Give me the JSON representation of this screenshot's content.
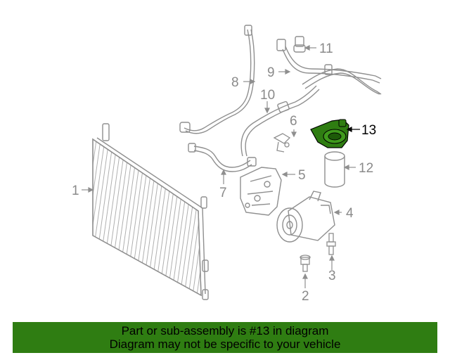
{
  "callouts": {
    "c1": "1",
    "c2": "2",
    "c3": "3",
    "c4": "4",
    "c5": "5",
    "c6": "6",
    "c7": "7",
    "c8": "8",
    "c9": "9",
    "c10": "10",
    "c11": "11",
    "c12": "12",
    "c13": "13"
  },
  "highlight": {
    "part_number": "13",
    "color": "#2f7d12"
  },
  "banner": {
    "line1": "Part or sub-assembly is #13 in diagram",
    "line2": "Diagram may not be specific to your vehicle",
    "background": "#2f7d12"
  }
}
